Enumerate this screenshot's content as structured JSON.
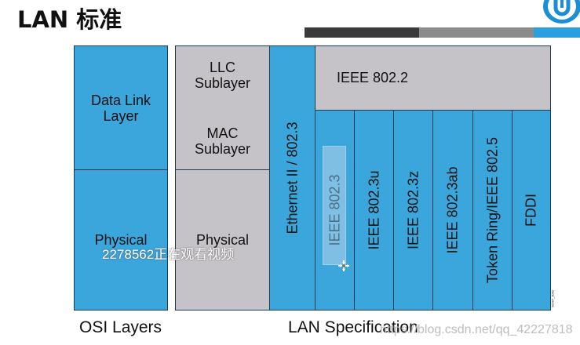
{
  "title": "LAN 标准",
  "colors": {
    "blue": "#3aa6db",
    "gray": "#c6c3c8",
    "border": "#1d3a55"
  },
  "osi": {
    "data_link": "Data Link Layer",
    "physical": "Physical"
  },
  "middle": {
    "llc": "LLC Sublayer",
    "mac": "MAC Sublayer",
    "physical": "Physical"
  },
  "lan": {
    "ethernet": "Ethernet II / 802.3",
    "ieee8022": "IEEE 802.2",
    "standards": [
      "IEEE 802.3",
      "IEEE 802.3u",
      "IEEE 802.3z",
      "IEEE 802.3ab",
      "Token Ring/IEEE 802.5",
      "FDDI"
    ]
  },
  "captions": {
    "osi": "OSI Layers",
    "lan": "LAN Specification"
  },
  "overlay": {
    "viewers": "2278562正在观看视频"
  },
  "watermark": "https://blog.csdn.net/qq_42227818",
  "figure_code": "SCHP_3042"
}
